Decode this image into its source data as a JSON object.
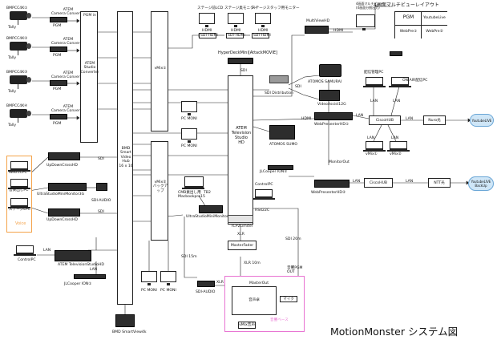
{
  "title": "MotionMonster システム図",
  "layout_header": "4画面マルチビューレイアウト",
  "layout_cells": [
    "PGM",
    "YoutubeLive",
    "WebPre①",
    "WebPre②"
  ],
  "cameras": [
    {
      "id": "BMPCC4K①",
      "tally": "Tally",
      "conv": "ATEM\nCamera Converter",
      "pgm": "PGM"
    },
    {
      "id": "BMPCC4K②",
      "tally": "Tally",
      "conv": "ATEM\nCamera Converter",
      "pgm": "PGM"
    },
    {
      "id": "BMPCC4K③",
      "tally": "Tally",
      "conv": "ATEM\nCamera Converter",
      "pgm": "PGM"
    },
    {
      "id": "BMPCC4K④",
      "tally": "Tally",
      "conv": "ATEM\nCamera Converter",
      "pgm": "PGM"
    }
  ],
  "studio_converter": {
    "label": "ATEM\nStudio\nConverter",
    "pgm_in": "PGM in"
  },
  "hub": {
    "label": "BMD\nSmart\nVideo\nHub\n16 x 16"
  },
  "vmix1": {
    "label": "vMix①"
  },
  "vmix2": {
    "label": "vMix②\nバックア\nップ"
  },
  "atem_tv": {
    "label": "ATEM\nTelevision\nStudio\nHD"
  },
  "stage_row": [
    "ステージ前LCD",
    "ステージ奥モニター",
    "ステージスタッフ用モニター"
  ],
  "sdi_hdmi": "SDI-HDMI",
  "hdmi": "HDMI",
  "hyperdeck": "HyperDeckMini[AttackMOVIE]",
  "sdi_distribution": "SDI Distribution",
  "atomos_samurai": "ATOMOS SAMURAI",
  "videoassist": "VideoAssist12G",
  "atomos_sumo": "ATOMOS SUMO",
  "jlcooper2": "JLCooper ION②",
  "multiview": "MultiViewHD",
  "multiview_note": "4画面マルチビュー\n(4画面分割出力)",
  "webpresenter1": "WebPresenterHD①",
  "webpresenter2": "WebPresenterHD②",
  "webcast_pc": "配信管理PC",
  "onair_pc": "ON AIR配信PC",
  "cisco1": "CiscoHUB",
  "cisco2": "CiscoHUB",
  "nuro": "Nuro光",
  "ntt": "NTT光",
  "youtube_live": "YoutubeLIVE",
  "youtube_backup": "YoutubeLIVE\nBackUp",
  "vmix_small1": "vMix①",
  "vmix_small2": "vMix②",
  "monitor_out": "MonitorOut",
  "lan": "LAN",
  "hdmi_in": "HDMI",
  "sdi": "SDI",
  "pc_moni": "PC MONI",
  "cmb": "CMB素出し用\nMacbookpro15",
  "tb2": "TB2",
  "ultrastudio_monitor": "UltraStudioMiniMonitor",
  "control_pc": "ControlPC",
  "rs422": "RS422C",
  "tcp_limiter": "TCP2Limiter",
  "xlr": "XLR",
  "master_fader": "MasterFader",
  "xlr10": "XLR 10m",
  "sdi15": "SDI 15m",
  "sdi20": "SDI 20m",
  "sdi_audio": "SDI-AUDIO",
  "sound_area": {
    "title": "音響ベース",
    "mixer": "音声卓",
    "vmix_in": "vMix音声",
    "mic": "マイク",
    "master": "MasterOut",
    "pgm_out": "音響PGM\nOUT"
  },
  "voice": {
    "label": "Voice",
    "items": [
      "Web①LPC",
      "音楽出しPC",
      "ステージLPC"
    ]
  },
  "updowncross1": "UpDownCrossHD",
  "ultrastudio3g": "UltraStudioMiniMonitor3G",
  "updowncross2": "UpDownCrossHD",
  "sdi_audio2": "SDI-AUDIO",
  "atem_tv_hd": "ATEM TelevisionStudioHD",
  "jlcooper1": "JLCooper ION①",
  "smartview": "BMD SmartView4k",
  "colors": {
    "voice_border": "#f4a34a",
    "sound_border": "#e873d2",
    "line": "#222222"
  }
}
